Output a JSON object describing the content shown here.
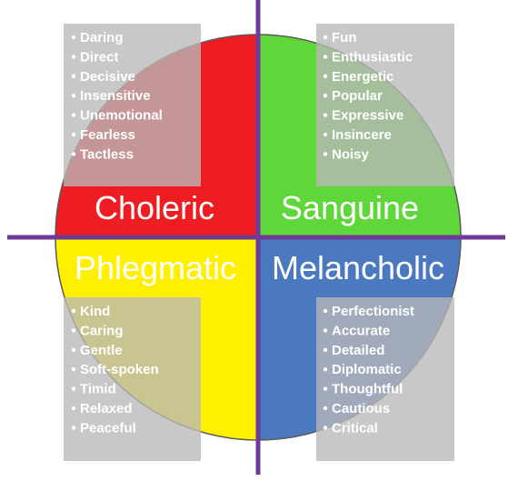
{
  "colors": {
    "choleric": "#ee1d24",
    "sanguine": "#5fd63a",
    "phlegmatic": "#fff000",
    "melancholic": "#4b79c0",
    "axis": "#6e3b96",
    "panel": "#b8b8b8",
    "title_text": "#ffffff"
  },
  "quadrants": [
    {
      "key": "choleric",
      "title": "Choleric",
      "traits": [
        "Daring",
        "Direct",
        "Decisive",
        "Insensitive",
        "Unemotional",
        "Fearless",
        "Tactless"
      ]
    },
    {
      "key": "sanguine",
      "title": "Sanguine",
      "traits": [
        "Fun",
        "Enthusiastic",
        "Energetic",
        "Popular",
        "Expressive",
        "Insincere",
        "Noisy"
      ]
    },
    {
      "key": "phlegmatic",
      "title": "Phlegmatic",
      "traits": [
        "Kind",
        "Caring",
        "Gentle",
        "Soft-spoken",
        "Timid",
        "Relaxed",
        "Peaceful"
      ]
    },
    {
      "key": "melancholic",
      "title": "Melancholic",
      "traits": [
        "Perfectionist",
        "Accurate",
        "Detailed",
        "Diplomatic",
        "Thoughtful",
        "Cautious",
        "Critical"
      ]
    }
  ]
}
